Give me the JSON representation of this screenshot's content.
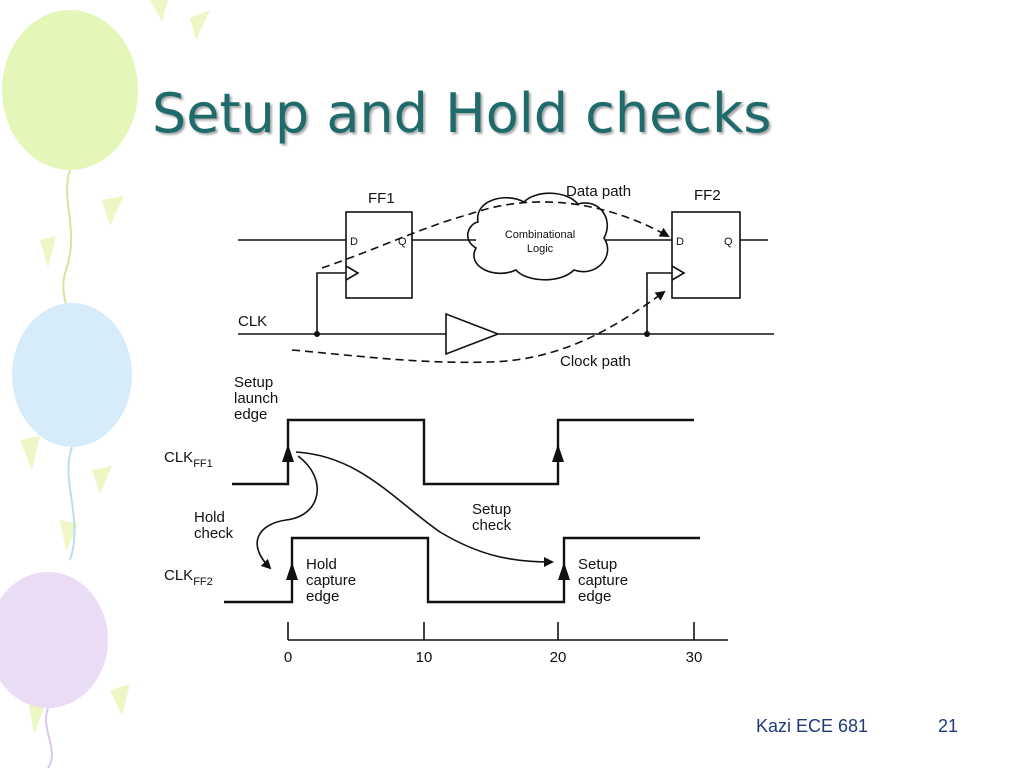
{
  "slide": {
    "title": "Setup and Hold checks",
    "footer_course": "Kazi ECE 681",
    "footer_page": "21"
  },
  "circuit": {
    "ff1_label": "FF1",
    "ff2_label": "FF2",
    "d_pin": "D",
    "q_pin": "Q",
    "comb_logic_line1": "Combinational",
    "comb_logic_line2": "Logic",
    "data_path_label": "Data path",
    "clock_path_label": "Clock path",
    "clk_label": "CLK"
  },
  "timing": {
    "setup_launch_line1": "Setup",
    "setup_launch_line2": "launch",
    "setup_launch_line3": "edge",
    "clk_ff1_main": "CLK",
    "clk_ff1_sub": "FF1",
    "clk_ff2_main": "CLK",
    "clk_ff2_sub": "FF2",
    "hold_check_line1": "Hold",
    "hold_check_line2": "check",
    "setup_check_line1": "Setup",
    "setup_check_line2": "check",
    "hold_capture_line1": "Hold",
    "hold_capture_line2": "capture",
    "hold_capture_line3": "edge",
    "setup_capture_line1": "Setup",
    "setup_capture_line2": "capture",
    "setup_capture_line3": "edge",
    "time_ticks": [
      "0",
      "10",
      "20",
      "30"
    ]
  },
  "colors": {
    "title": "#1f6a6a",
    "footer": "#1f3a7a",
    "balloon_green": "#e4f6b8",
    "balloon_blue": "#d7ecfb",
    "balloon_purple": "#ebdcf6",
    "rays": "#eef6c0"
  }
}
